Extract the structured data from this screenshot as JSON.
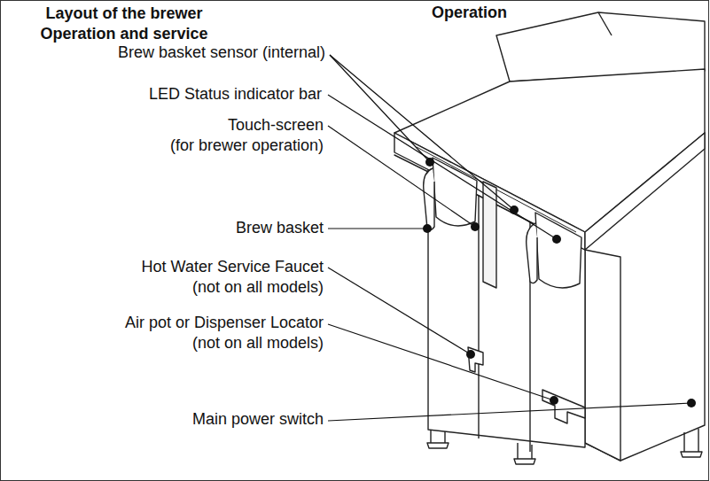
{
  "diagram": {
    "title": "Layout of the brewer Operation and service",
    "labels": [
      "Operation",
      "Brew basket sensor (internal)",
      "LED Status indicator bar",
      "Touch-screen (for brewer operation)",
      "Brew basket",
      "Hot Water Service Faucet (not on all models)",
      "Air pot or Dispenser Locator (not on all models)",
      "Main power switch"
    ]
  }
}
